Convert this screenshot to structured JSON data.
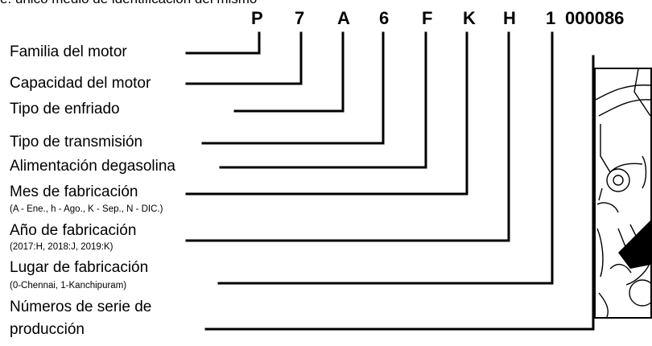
{
  "header_partial": "e. único medio de identificación del mismo",
  "code": {
    "letters": [
      "P",
      "7",
      "A",
      "6",
      "F",
      "K",
      "H",
      "1",
      "000086"
    ]
  },
  "labels": {
    "familia": "Familia del motor",
    "capacidad": "Capacidad del motor",
    "enfriado": "Tipo de enfriado",
    "transmision": "Tipo de transmisión",
    "alimentacion": "Alimentación degasolina",
    "mes": "Mes de fabricación",
    "mes_note": "(A - Ene., h - Ago., K - Sep., N - DIC.)",
    "anio": "Año de fabricación",
    "anio_note": "(2017:H, 2018:J, 2019:K)",
    "lugar": "Lugar de fabricación",
    "lugar_note": "(0-Chennai, 1-Kanchipuram)",
    "serie_line1": "Números de serie de",
    "serie_line2": "producción"
  }
}
